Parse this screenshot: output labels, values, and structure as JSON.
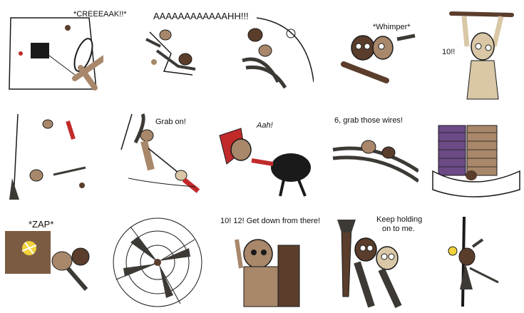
{
  "panels": [
    {
      "id": "p1",
      "caption": "*CREEEAAK!!*"
    },
    {
      "id": "p2",
      "caption": "AAAAAAAAAAAAHH!!!"
    },
    {
      "id": "p3",
      "caption": ""
    },
    {
      "id": "p4",
      "caption": "*Whimper*"
    },
    {
      "id": "p5",
      "caption": "10!!"
    },
    {
      "id": "p6",
      "caption": ""
    },
    {
      "id": "p7",
      "caption": "Grab on!"
    },
    {
      "id": "p8",
      "caption": "Aah!"
    },
    {
      "id": "p9",
      "caption": "6, grab those wires!"
    },
    {
      "id": "p10",
      "caption": ""
    },
    {
      "id": "p11",
      "caption": "*ZAP*"
    },
    {
      "id": "p12",
      "caption": ""
    },
    {
      "id": "p13",
      "caption": "10! 12! Get down from there!"
    },
    {
      "id": "p14",
      "caption_line1": "Keep holding",
      "caption_line2": "on to me."
    },
    {
      "id": "p15",
      "caption": ""
    }
  ],
  "colors": {
    "ink": "#1a1a1a",
    "burlap": "#a8876a",
    "darkbrown": "#5a3d2b",
    "wire": "#3d3a36",
    "red": "#c22a2a",
    "purple": "#6b4a86",
    "spark": "#f2d23b",
    "skin": "#d9c7a6"
  }
}
